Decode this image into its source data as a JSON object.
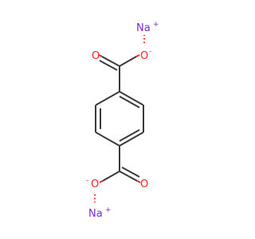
{
  "molecule": {
    "atoms": {
      "na_top": {
        "symbol": "Na",
        "charge": "+"
      },
      "o_top_double": {
        "symbol": "O",
        "charge": ""
      },
      "o_top_single": {
        "symbol": "O",
        "charge": "-"
      },
      "o_bottom_single": {
        "symbol": "O",
        "charge": "-"
      },
      "o_bottom_double": {
        "symbol": "O",
        "charge": ""
      },
      "na_bottom": {
        "symbol": "Na",
        "charge": "+"
      }
    },
    "colors": {
      "bond": "#3a3a3a",
      "oxygen": "#ff2020",
      "sodium": "#7b2bd6"
    }
  }
}
